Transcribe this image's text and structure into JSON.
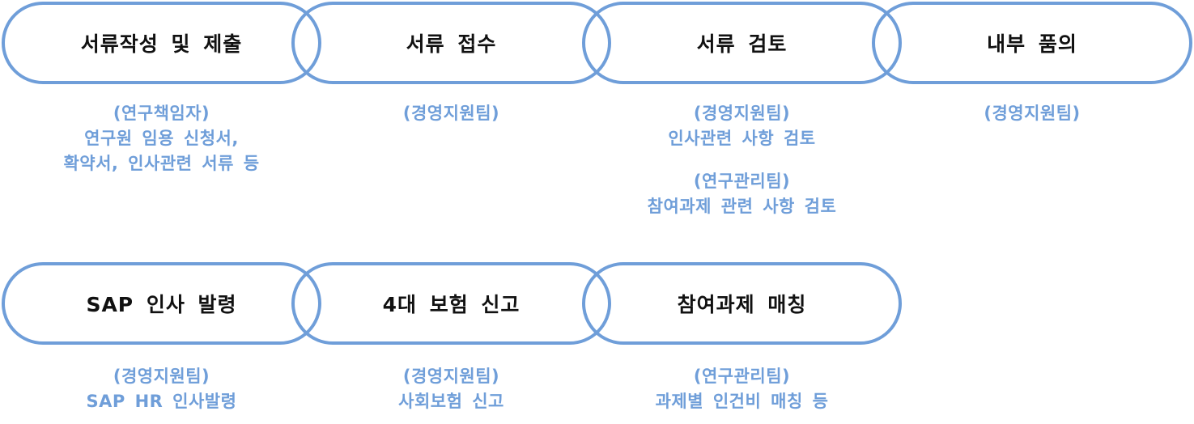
{
  "row1": {
    "steps": [
      {
        "label": "서류작성 및 제출",
        "notes": [
          "(연구책임자)",
          "연구원 임용 신청서,",
          "확약서, 인사관련 서류 등"
        ]
      },
      {
        "label": "서류 접수",
        "notes": [
          "(경영지원팀)"
        ]
      },
      {
        "label": "서류 검토",
        "notes": [
          "(경영지원팀)",
          "인사관련 사항 검토"
        ],
        "notes2": [
          "(연구관리팀)",
          "참여과제 관련 사항 검토"
        ]
      },
      {
        "label": "내부 품의",
        "notes": [
          "(경영지원팀)"
        ]
      }
    ]
  },
  "row2": {
    "steps": [
      {
        "label": "SAP 인사 발령",
        "notes": [
          "(경영지원팀)",
          "SAP HR 인사발령"
        ]
      },
      {
        "label": "4대 보험 신고",
        "notes": [
          "(경영지원팀)",
          "사회보험 신고"
        ]
      },
      {
        "label": "참여과제 매칭",
        "notes": [
          "(연구관리팀)",
          "과제별 인건비 매칭 등"
        ]
      }
    ]
  },
  "colors": {
    "border": "#6f9ed9",
    "note_text": "#6f9ed9",
    "label_text": "#111111"
  }
}
